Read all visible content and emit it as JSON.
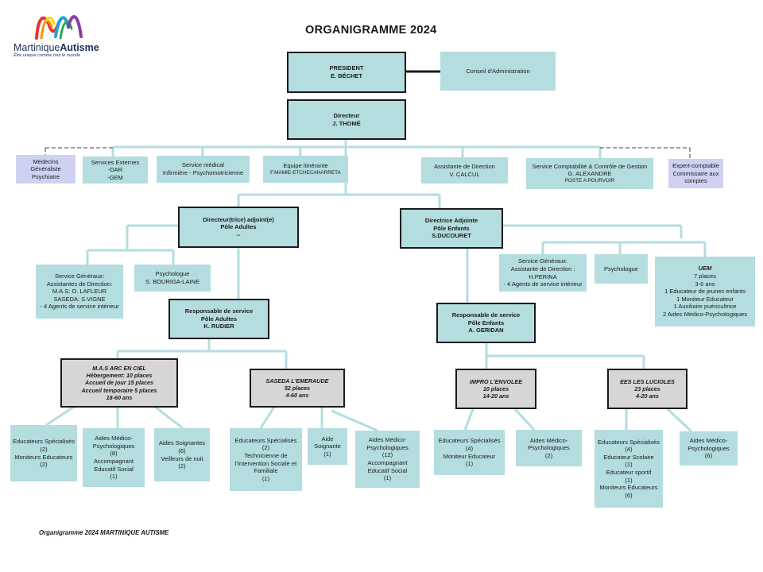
{
  "logo": {
    "name_regular": "Martinique",
    "name_bold": "Autisme",
    "tagline": "Être unique comme tout le monde",
    "colors": [
      "#e8342b",
      "#f39200",
      "#ffd500",
      "#2fa84f",
      "#1aa3d9",
      "#8a3ea0"
    ]
  },
  "title": "ORGANIGRAMME 2024",
  "footer": "Organigramme 2024 MARTINIQUE AUTISME",
  "colors": {
    "box_fill": "#b4dde0",
    "box_line": "#b4dde0",
    "grey_fill": "#d6d6d6",
    "lavender_fill": "#cfd1f2",
    "dashed_line": "#3a3a6a"
  },
  "boxes": {
    "president": [
      "PRESIDENT",
      "E. BÉCHET"
    ],
    "conseil": [
      "Conseil d'Administration"
    ],
    "directeur": [
      "Directeur",
      "J. THOMÉ"
    ],
    "medecins": [
      "Médecins",
      "Généraliste",
      "Psychiatre"
    ],
    "services_externes": [
      "Services Externes",
      "-DAR",
      "-GEM"
    ],
    "service_medical": [
      "Service médical",
      "Infirmière - Psychomotricienne"
    ],
    "equipe_itinerante": [
      "Equipe itinérante",
      "F.MAMIE-ETCHECAHARRETA"
    ],
    "assistante_direction": [
      "Assistante de Direction",
      "V. CALCUL"
    ],
    "service_comptabilite": [
      "Service Comptabilité & Contrôle de Gestion",
      "G. ALEXANDRE",
      "POSTE A POURVOIR"
    ],
    "expert_comptable": [
      "Expert-comptable",
      "Commissaire aux",
      "comptes"
    ],
    "directeur_adjoint": [
      "Directeur(trice) adjoint(e)",
      "Pôle Adultes",
      "--"
    ],
    "directrice_adjointe": [
      "Directrice Adjointe",
      "Pôle Enfants",
      "S.DUCOURET"
    ],
    "services_generaux_adultes": [
      "Service Généraux:",
      "Assistantes de Direction:",
      "M.A.S: O. LAFLEUR",
      "SASEDA: S.VIGNE",
      "- 4 Agents de service intérieur"
    ],
    "psychologue_adultes": [
      "Psychologue",
      "S. BOURIGA-LAINE"
    ],
    "services_generaux_enfants": [
      "Service Généraux:",
      "Assistante de Direction :",
      "H.PERINA",
      "- 4 Agents de service intérieur"
    ],
    "psychologue_enfants": [
      "Psychologue"
    ],
    "uem": [
      "UEM",
      "7 places",
      "3-6 ans",
      "1 Educateur de jeunes enfants",
      "1 Moniteur Educateur",
      "1 Auxiliaire puéricultrice",
      "2 Aides Médico-Psychologiques"
    ],
    "resp_adultes": [
      "Responsable de service",
      "Pôle Adultes",
      "K. RUDIER"
    ],
    "resp_enfants": [
      "Responsable de service",
      "Pôle Enfants",
      "A. GERIDAN"
    ],
    "mas": [
      "M.A.S ARC EN CIEL",
      "Hébergement: 10 places",
      "Accueil de jour 15 places",
      "Accueil temporaire 5 places",
      "18-60 ans"
    ],
    "saseda": [
      "SASEDA L'EMERAUDE",
      "52 places",
      "4-60 ans"
    ],
    "impro": [
      "IMPRO L'ENVOLEE",
      "10 places",
      "14-20 ans"
    ],
    "ees": [
      "EES LES LUCIOLES",
      "23 places",
      "4-20 ans"
    ],
    "mas_educ": [
      "Educateurs Spécialisés",
      "(2)",
      "Moniteurs Educateurs",
      "(2)"
    ],
    "mas_amp": [
      "Aides Médico-",
      "Psychologiques",
      "(8)",
      "Accompagnant",
      "Educatif Social",
      "(1)"
    ],
    "mas_as": [
      "Aides Soignantes",
      "(6)",
      "Veilleurs de nuit",
      "(2)"
    ],
    "saseda_educ": [
      "Educateurs Spécialisés",
      "(2)",
      "Technicienne de",
      "l'Intervention Sociale et",
      "Familiale",
      "(1)"
    ],
    "saseda_as": [
      "Aide",
      "Soignante",
      "(1)"
    ],
    "saseda_amp": [
      "Aides Médico-",
      "Psychologiques",
      "(12)",
      "Accompagnant",
      "Educatif Social",
      "(1)"
    ],
    "impro_educ": [
      "Educateurs Spécialisés",
      "(4)",
      "Moniteur Educateur",
      "(1)"
    ],
    "impro_amp": [
      "Aides Médico-",
      "Psychologiques",
      "(2)"
    ],
    "ees_educ": [
      "Educateurs Spécialisés",
      "(4)",
      "Educateur Scolaire",
      "(1)",
      "Educateur sportif",
      "(1)",
      "Moniteurs Educateurs",
      "(6)"
    ],
    "ees_amp": [
      "Aides Médico-",
      "Psychologiques",
      "(6)"
    ]
  }
}
